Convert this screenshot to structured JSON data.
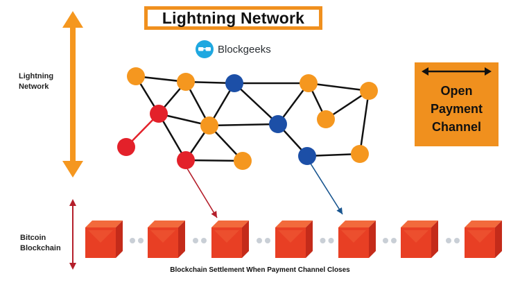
{
  "title": "Lightning Network",
  "logo": {
    "text": "Blockgeeks",
    "icon": "glasses-icon"
  },
  "labels": {
    "lightning_network": [
      "Lightning",
      "Network"
    ],
    "bitcoin_blockchain": [
      "Bitcoin",
      "Blockchain"
    ],
    "caption": "Blockchain Settlement When Payment Channel Closes"
  },
  "legend": {
    "lines": [
      "Open",
      "Payment",
      "Channel"
    ]
  },
  "colors": {
    "orange": "#f5971f",
    "red": "#e3212a",
    "blue": "#1c4fa7",
    "accent": "#f0901e",
    "dark_red": "#b41e2a",
    "settle_blue": "#18558f",
    "grey_dot": "#c9cfd6",
    "cube_front": "#e83f24",
    "cube_side": "#c42b1a",
    "cube_top": "#f26a3c"
  },
  "nodes": [
    {
      "id": "n1",
      "kind": "orange"
    },
    {
      "id": "n2",
      "kind": "orange"
    },
    {
      "id": "n3",
      "kind": "blue"
    },
    {
      "id": "n4",
      "kind": "orange"
    },
    {
      "id": "n5",
      "kind": "orange"
    },
    {
      "id": "n6",
      "kind": "red"
    },
    {
      "id": "n7",
      "kind": "orange"
    },
    {
      "id": "n8",
      "kind": "blue"
    },
    {
      "id": "n9",
      "kind": "orange"
    },
    {
      "id": "n10",
      "kind": "red"
    },
    {
      "id": "n11",
      "kind": "red"
    },
    {
      "id": "n12",
      "kind": "orange"
    },
    {
      "id": "n13",
      "kind": "blue"
    },
    {
      "id": "n14",
      "kind": "orange"
    }
  ],
  "channels": [
    [
      "n1",
      "n2"
    ],
    [
      "n2",
      "n3"
    ],
    [
      "n3",
      "n4"
    ],
    [
      "n4",
      "n5"
    ],
    [
      "n1",
      "n6"
    ],
    [
      "n2",
      "n6"
    ],
    [
      "n2",
      "n7"
    ],
    [
      "n3",
      "n7"
    ],
    [
      "n3",
      "n8"
    ],
    [
      "n6",
      "n7"
    ],
    [
      "n6",
      "n11"
    ],
    [
      "n7",
      "n11"
    ],
    [
      "n7",
      "n12"
    ],
    [
      "n11",
      "n12"
    ],
    [
      "n7",
      "n8"
    ],
    [
      "n4",
      "n8"
    ],
    [
      "n4",
      "n9"
    ],
    [
      "n8",
      "n13"
    ],
    [
      "n13",
      "n14"
    ],
    [
      "n5",
      "n14"
    ],
    [
      "n9",
      "n5"
    ]
  ],
  "blockchain": {
    "block_count": 7
  }
}
